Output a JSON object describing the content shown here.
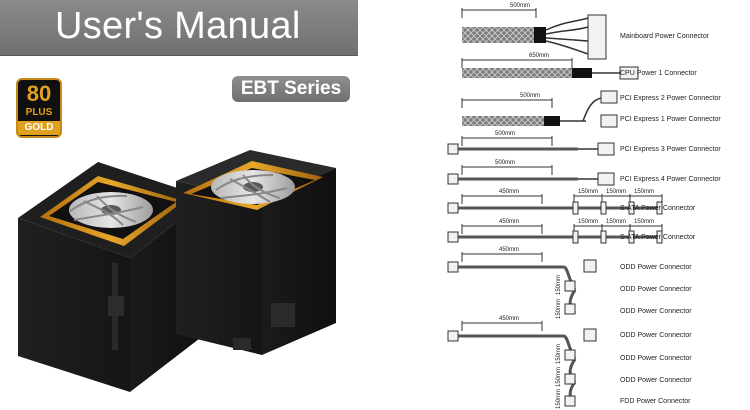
{
  "document": {
    "title": "User's Manual",
    "series": "EBT Series"
  },
  "badge": {
    "top": "80",
    "plus": "PLUS",
    "grade": "GOLD",
    "color_accent": "#e0a11f"
  },
  "diagram": {
    "labels": [
      "Mainboard Power Connector",
      "CPU Power 1 Connector",
      "PCI Express 2 Power Connector",
      "PCI Express 1 Power Connector",
      "PCI Express 3 Power Connector",
      "PCI Express 4 Power Connector",
      "S-ATA  Power Connector",
      "S-ATA  Power Connector",
      "ODD Power Connector",
      "ODD Power Connector",
      "ODD Power Connector",
      "ODD Power Connector",
      "ODD Power Connector",
      "ODD Power Connector",
      "FDD Power Connector"
    ],
    "dimensions": {
      "mainboard": "500mm",
      "cpu": "650mm",
      "pcie12": "500mm",
      "pcie3": "500mm",
      "pcie4": "500mm",
      "sata1_main": "450mm",
      "sata1_seg1": "150mm",
      "sata1_seg2": "150mm",
      "sata1_seg3": "150mm",
      "sata2_main": "450mm",
      "sata2_seg1": "150mm",
      "sata2_seg2": "150mm",
      "sata2_seg3": "150mm",
      "odd1_main": "450mm",
      "odd1_seg1": "150mm",
      "odd1_seg2": "150mm",
      "odd2_main": "450mm",
      "odd2_seg1": "150mm",
      "odd2_seg2": "150mm",
      "odd2_seg3": "150mm"
    }
  }
}
